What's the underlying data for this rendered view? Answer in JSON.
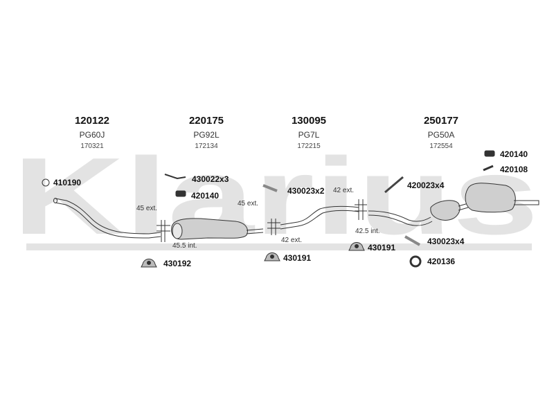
{
  "watermark": {
    "text": "Klarius",
    "color": "#e3e3e3"
  },
  "main_sections": [
    {
      "part": "120122",
      "code": "PG60J",
      "number": "170321"
    },
    {
      "part": "220175",
      "code": "PG92L",
      "number": "172134"
    },
    {
      "part": "130095",
      "code": "PG7L",
      "number": "172215"
    },
    {
      "part": "250177",
      "code": "PG50A",
      "number": "172554"
    }
  ],
  "fittings": {
    "p410190": "410190",
    "p430022x3": "430022x3",
    "p420140_left": "420140",
    "p430023x2": "430023x2",
    "p420023x4": "420023x4",
    "p420140_right": "420140",
    "p420108": "420108",
    "p430192": "430192",
    "p430191_mid": "430191",
    "p430191_right": "430191",
    "p430023x4": "430023x4",
    "p420136": "420136"
  },
  "dimensions": {
    "d45ext_left": "45 ext.",
    "d455int": "45.5 int.",
    "d45ext_mid": "45 ext.",
    "d42ext_top": "42 ext.",
    "d42ext_bottom": "42 ext.",
    "d425int": "42.5 int."
  },
  "colors": {
    "line": "#333333",
    "part_fill": "#cfcfcf",
    "watermark": "#e3e3e3"
  }
}
